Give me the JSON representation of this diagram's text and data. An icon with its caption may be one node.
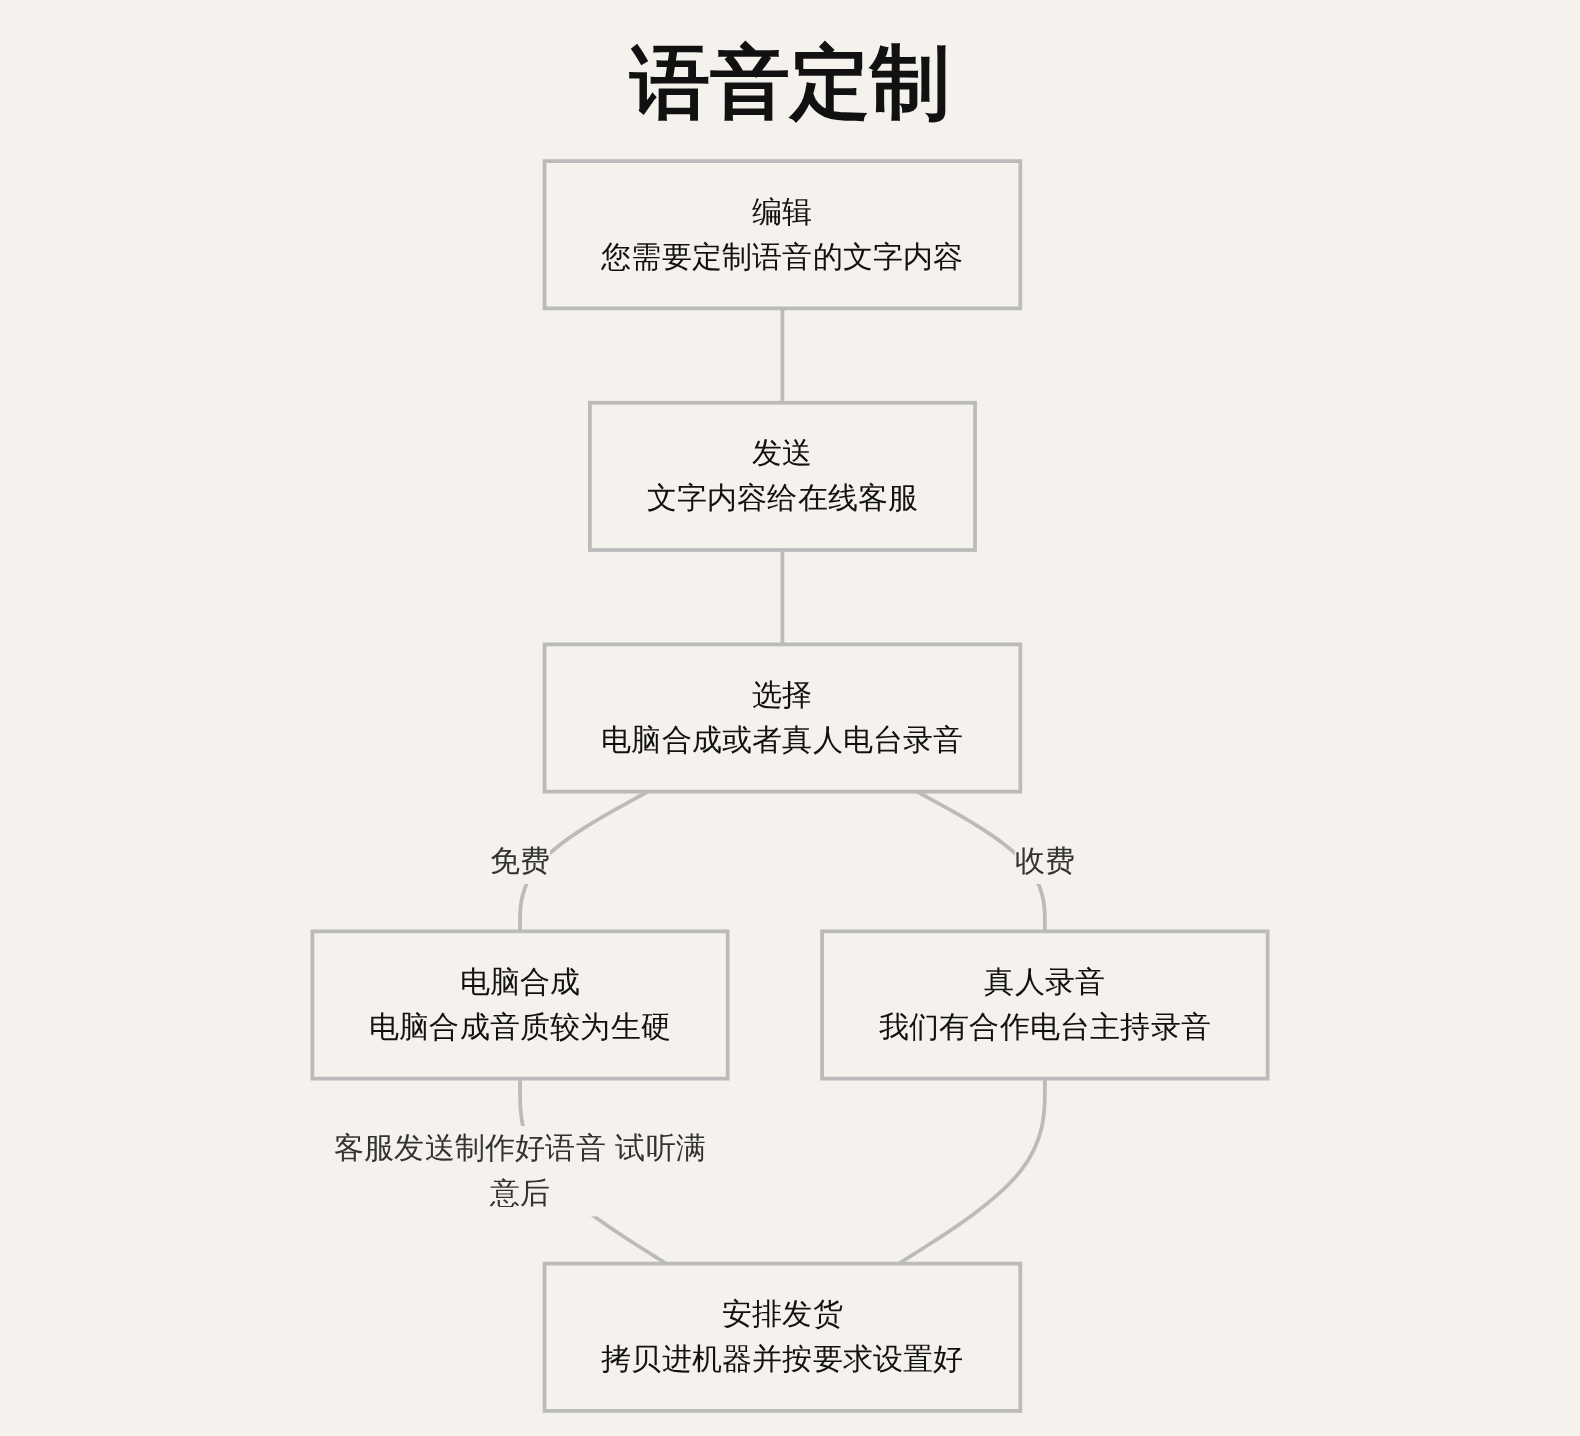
{
  "diagram": {
    "title": "语音定制",
    "nodes": [
      {
        "text": [
          "编辑",
          "您需要定制语音的文字内容"
        ]
      },
      {
        "text": [
          "发送",
          "文字内容给在线客服"
        ]
      },
      {
        "text": [
          "电脑合成",
          "电脑合成音质较为生硬"
        ]
      },
      {
        "text": [
          "真人录音",
          "我们有合作电台主持录音"
        ]
      },
      {
        "text": [
          "选择",
          "电脑合成或者真人电台录音"
        ]
      },
      {
        "text": [
          "安排发货",
          "拷贝进机器并按要求设置好"
        ]
      }
    ],
    "edges": [
      {
        "from": 0,
        "to": 1,
        "arrow": "none"
      },
      {
        "from": 1,
        "to": 4,
        "arrow": "none"
      },
      {
        "from": 4,
        "to": 2,
        "arrow": "none",
        "label": "免费"
      },
      {
        "from": 4,
        "to": 3,
        "arrow": "none",
        "label": "收费"
      },
      {
        "from": 2,
        "to": 5,
        "arrow": "none",
        "label": "客服发送制作好语音 试听满意后"
      },
      {
        "from": 3,
        "to": 5,
        "arrow": "none"
      }
    ]
  }
}
